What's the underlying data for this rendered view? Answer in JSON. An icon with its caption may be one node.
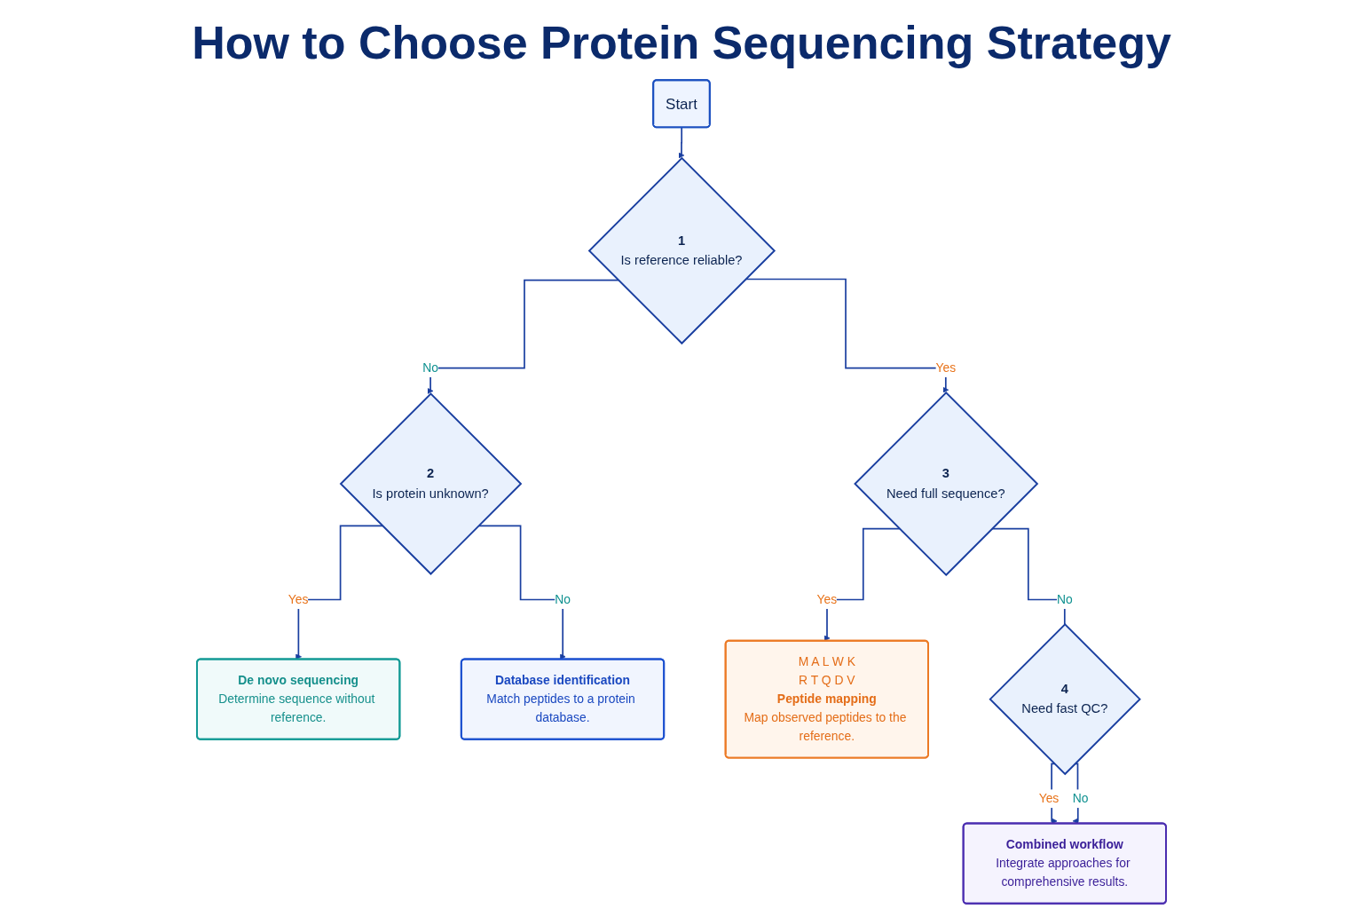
{
  "diagram": {
    "title": "How to Choose Protein Sequencing Strategy",
    "nodes": [
      {
        "text": [
          "Start"
        ]
      },
      {
        "text": [
          "1",
          "Is reference reliable?"
        ]
      },
      {
        "text": [
          "2",
          "Is protein unknown?"
        ]
      },
      {
        "text": [
          "3",
          "Need full sequence?"
        ]
      },
      {
        "text": [
          "4",
          "Need fast QC?"
        ]
      },
      {
        "text": [
          "De novo sequencing",
          "Determine sequence without reference."
        ]
      },
      {
        "text": [
          "Database identification",
          "Match peptides to a protein database."
        ]
      },
      {
        "text": [
          "M A L W K",
          "R T Q D V",
          "Peptide mapping",
          "Map observed peptides to the reference."
        ]
      },
      {
        "text": [
          "Combined workflow",
          "Integrate approaches for comprehensive results."
        ]
      }
    ],
    "edges": [
      {
        "from": 0,
        "to": 1,
        "arrow": "to"
      },
      {
        "from": 1,
        "to": 2,
        "arrow": "to",
        "label": "No"
      },
      {
        "from": 1,
        "to": 3,
        "arrow": "to",
        "label": "Yes"
      },
      {
        "from": 2,
        "to": 5,
        "arrow": "to",
        "label": "Yes"
      },
      {
        "from": 2,
        "to": 6,
        "arrow": "to",
        "label": "No"
      },
      {
        "from": 3,
        "to": 7,
        "arrow": "to",
        "label": "Yes"
      },
      {
        "from": 3,
        "to": 4,
        "arrow": "none",
        "label": "No"
      },
      {
        "from": 4,
        "to": 8,
        "arrow": "to",
        "label": "Yes"
      },
      {
        "from": 4,
        "to": 8,
        "arrow": "to",
        "label": "No"
      }
    ]
  }
}
